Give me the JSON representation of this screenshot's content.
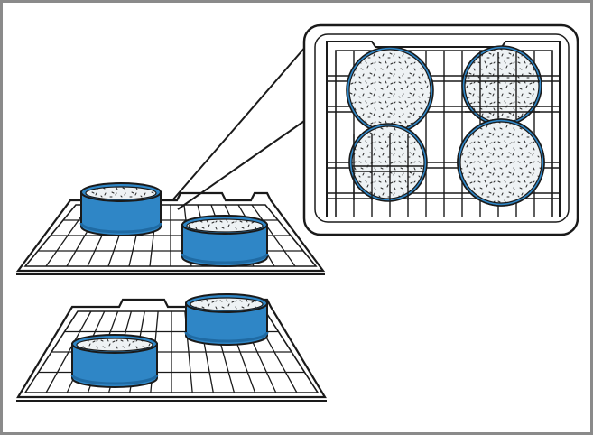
{
  "figure": {
    "description_icons": [
      "oven-rack-icon",
      "cake-pan-icon",
      "magnifier-callout-icon"
    ],
    "colors": {
      "frame": "#8a8a8a",
      "line": "#1a1a1a",
      "pan_blue": "#2f86c6",
      "pan_blue_dark": "#1f6aa3",
      "batter": "#eef2f4",
      "speckle": "#2a2a2a",
      "background": "#ffffff"
    },
    "panels": {
      "upper_rack_pans": 2,
      "lower_rack_pans": 2,
      "zoom_pans": 4
    }
  }
}
